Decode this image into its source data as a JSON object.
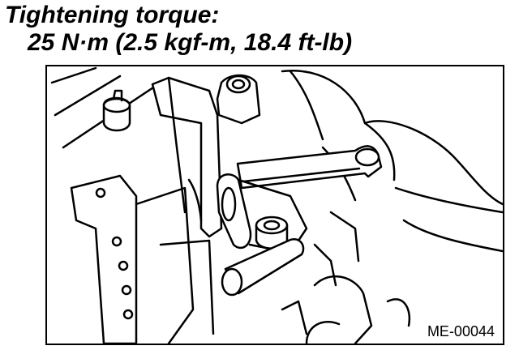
{
  "heading": {
    "title": "Tightening torque:",
    "spec": "25 N·m (2.5 kgf-m, 18.4 ft-lb)"
  },
  "figure": {
    "code": "ME-00044"
  }
}
